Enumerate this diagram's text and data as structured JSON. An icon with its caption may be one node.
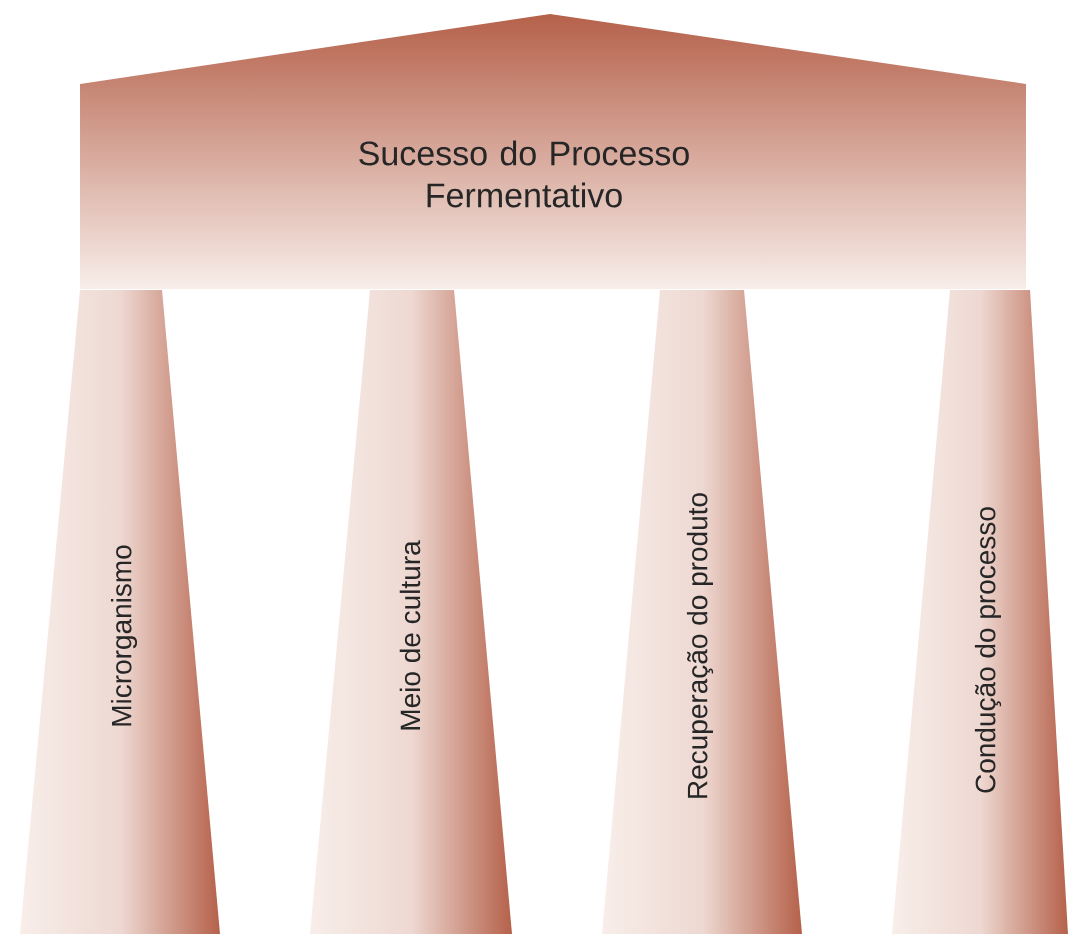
{
  "diagram": {
    "nodes": [
      {
        "text": [
          "Sucesso do Processo Fermentativo"
        ]
      },
      {
        "text": [
          "Microrganismo"
        ]
      },
      {
        "text": [
          "Meio de cultura"
        ]
      },
      {
        "text": [
          "Recuperação do produto"
        ]
      },
      {
        "text": [
          "Condução do processo"
        ]
      }
    ]
  }
}
